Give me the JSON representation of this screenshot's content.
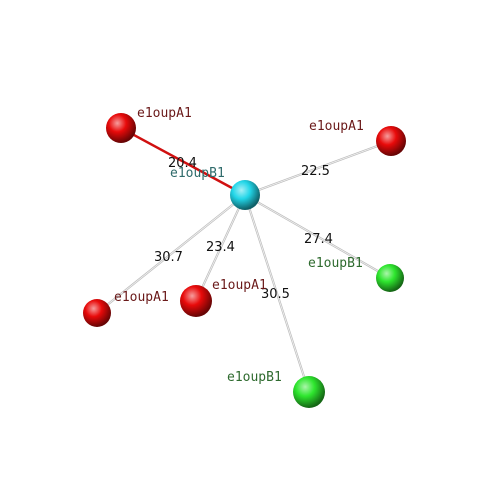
{
  "colors": {
    "center_atom": "#22d6e8",
    "ring_atom": "#e80a0a",
    "green_atom": "#2ee62e",
    "label_red": "#6b1a1a",
    "label_teal": "#2f6b6b",
    "label_green": "#2f6b2f",
    "highlight_bond": "#d01010",
    "plain_bond": "#bdbdbd"
  },
  "center": {
    "id": "center",
    "label": "e1oupB1",
    "label_color": "label_teal",
    "atom_color": "center_atom"
  },
  "atoms": [
    {
      "id": "a1",
      "label": "e1oupA1",
      "atom_color": "ring_atom",
      "label_color": "label_red"
    },
    {
      "id": "a2",
      "label": "e1oupA1",
      "atom_color": "ring_atom",
      "label_color": "label_red"
    },
    {
      "id": "a3",
      "label": "e1oupA1",
      "atom_color": "ring_atom",
      "label_color": "label_red"
    },
    {
      "id": "a4",
      "label": "e1oupA1",
      "atom_color": "ring_atom",
      "label_color": "label_red"
    },
    {
      "id": "b1",
      "label": "e1oupB1",
      "atom_color": "green_atom",
      "label_color": "label_green"
    },
    {
      "id": "b2",
      "label": "e1oupB1",
      "atom_color": "green_atom",
      "label_color": "label_green"
    }
  ],
  "bonds": [
    {
      "to": "a1",
      "distance": "20.4",
      "highlight": true
    },
    {
      "to": "a2",
      "distance": "22.5",
      "highlight": false
    },
    {
      "to": "b1",
      "distance": "27.4",
      "highlight": false
    },
    {
      "to": "b2",
      "distance": "30.5",
      "highlight": false
    },
    {
      "to": "a3",
      "distance": "23.4",
      "highlight": false
    },
    {
      "to": "a4",
      "distance": "30.7",
      "highlight": false
    }
  ]
}
